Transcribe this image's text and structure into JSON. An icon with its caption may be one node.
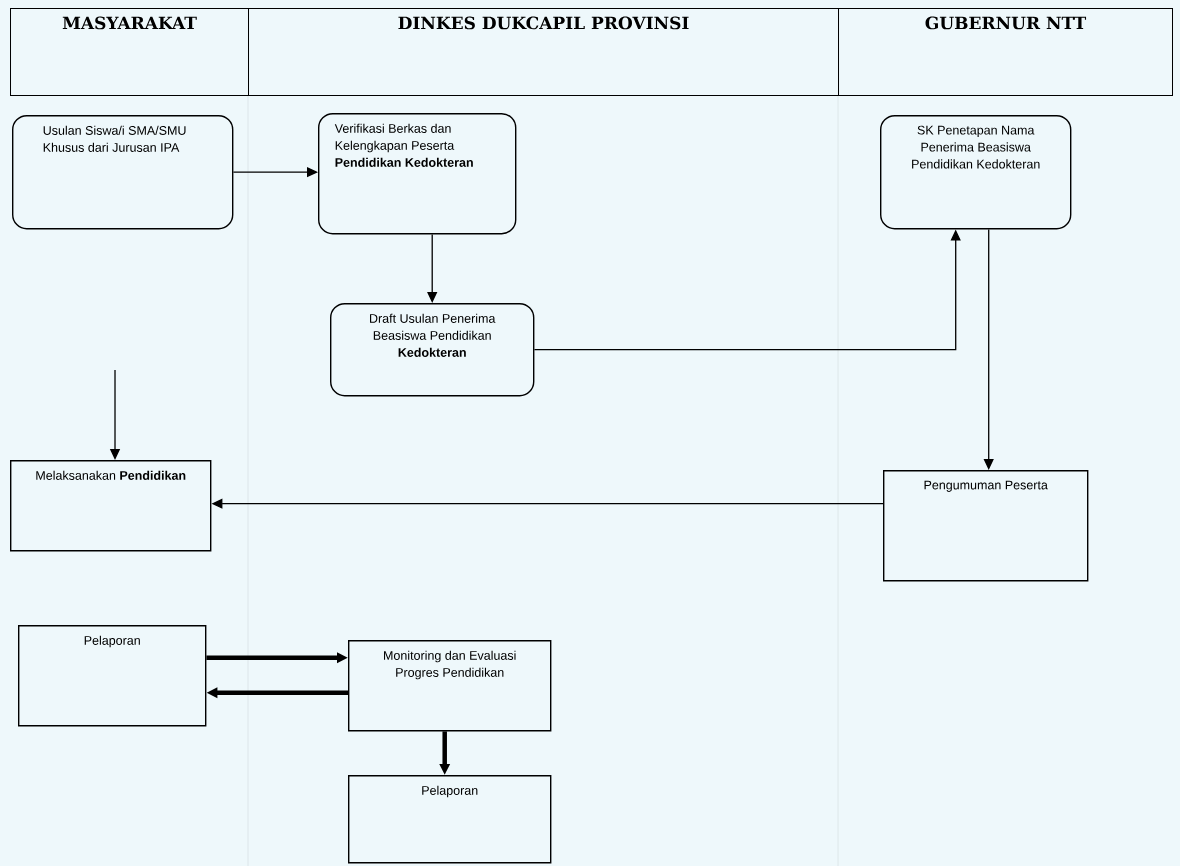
{
  "diagram": {
    "nodes": [
      {
        "text": [
          "MASYARAKAT"
        ]
      },
      {
        "text": [
          "DINKES DUKCAPIL PROVINSI"
        ]
      },
      {
        "text": [
          "GUBERNUR NTT"
        ]
      },
      {
        "text": [
          "Usulan Siswa/i SMA/SMU Khusus dari Jurusan IPA"
        ]
      },
      {
        "text": [
          "Verifikasi Berkas dan Kelengkapan Peserta **Pendidikan Kedokteran**"
        ]
      },
      {
        "text": [
          "Draft Usulan Penerima Beasiswa Pendidikan **Kedokteran**"
        ]
      },
      {
        "text": [
          "SK Penetapan Nama Penerima Beasiswa Pendidikan Kedokteran"
        ]
      },
      {
        "text": [
          "Melaksanakan **Pendidikan**"
        ]
      },
      {
        "text": [
          "Pengumuman Peserta"
        ]
      },
      {
        "text": [
          "Pelaporan"
        ]
      },
      {
        "text": [
          "Monitoring dan Evaluasi Progres Pendidikan"
        ]
      },
      {
        "text": [
          "Pelaporan"
        ]
      }
    ],
    "edges": [
      {
        "from": 3,
        "to": 4,
        "arrow": "to"
      },
      {
        "from": 4,
        "to": 5,
        "arrow": "to"
      },
      {
        "from": 5,
        "to": 6,
        "arrow": "to"
      },
      {
        "from": 6,
        "to": 8,
        "arrow": "to"
      },
      {
        "from": 8,
        "to": 7,
        "arrow": "to"
      },
      {
        "from": null,
        "to": 7,
        "arrow": "to"
      },
      {
        "from": 9,
        "to": 10,
        "arrow": "to",
        "style": "thick"
      },
      {
        "from": 10,
        "to": 9,
        "arrow": "to",
        "style": "thick"
      },
      {
        "from": 10,
        "to": 11,
        "arrow": "to",
        "style": "thick"
      }
    ]
  }
}
